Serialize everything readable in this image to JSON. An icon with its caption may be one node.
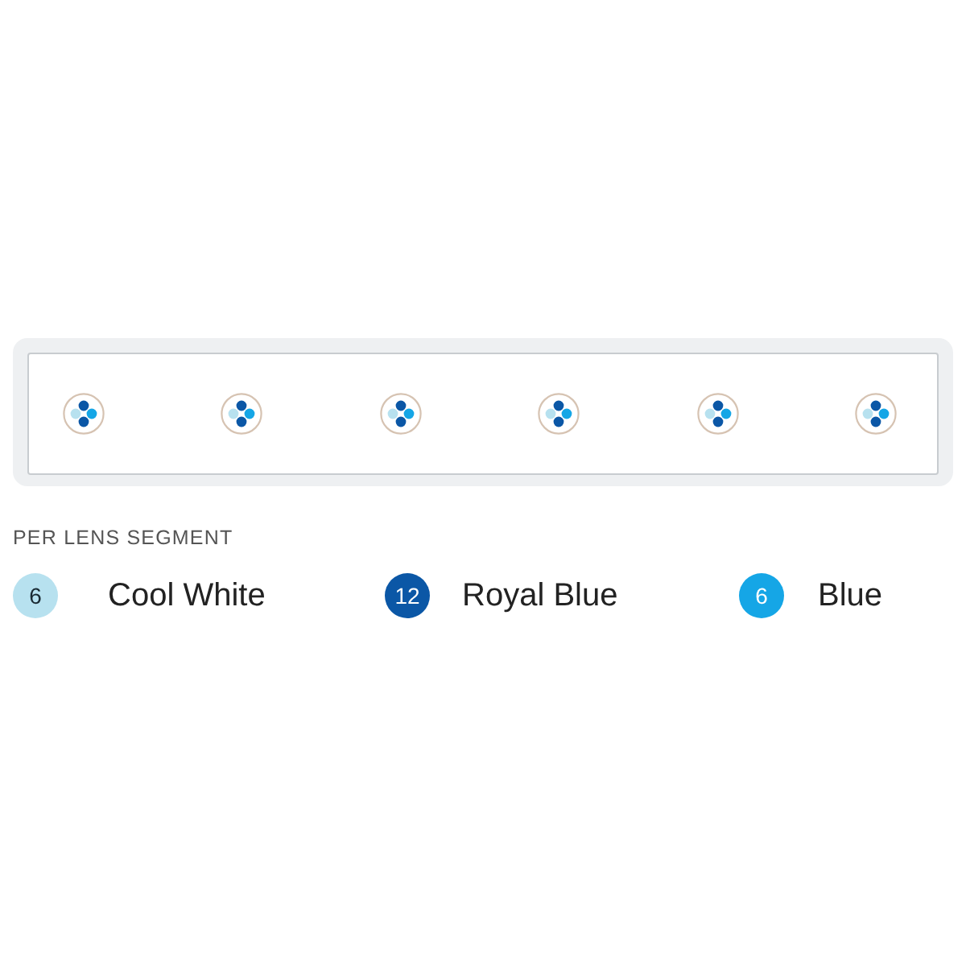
{
  "diagram": {
    "labels": [
      "PER LENS SEGMENT",
      "6",
      "12",
      "6"
    ],
    "legend": [
      {
        "text": "Cool White",
        "color": "#b7e1ef"
      },
      {
        "text": "Royal Blue",
        "color": "#0b57a6"
      },
      {
        "text": "Blue",
        "color": "#15a6e6"
      }
    ]
  }
}
